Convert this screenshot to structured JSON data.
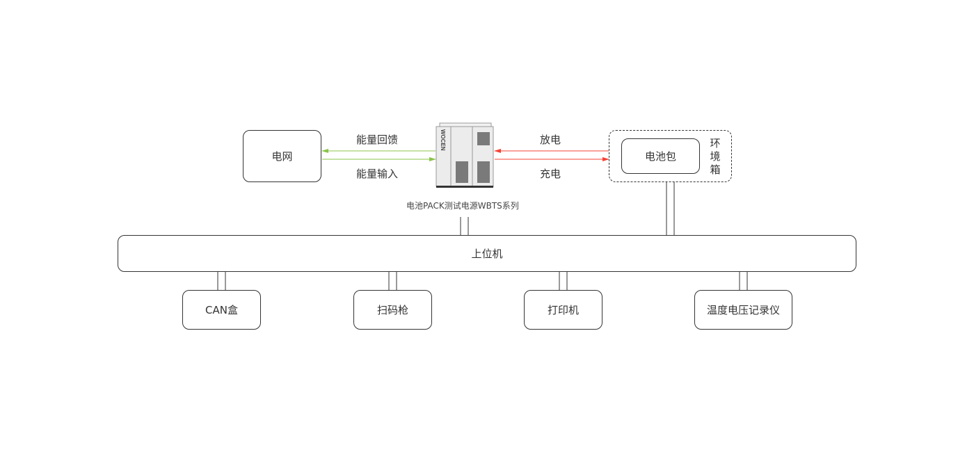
{
  "grid": {
    "label": "电网"
  },
  "flows_left": {
    "top_label": "能量回馈",
    "bottom_label": "能量输入",
    "color": "#8bc34a"
  },
  "flows_right": {
    "top_label": "放电",
    "bottom_label": "充电",
    "color": "#f44336"
  },
  "device": {
    "brand": "WOCEN",
    "caption": "电池PACK测试电源WBTS系列"
  },
  "battery": {
    "label": "电池包",
    "enclosure_label": [
      "环",
      "境",
      "箱"
    ]
  },
  "host": {
    "label": "上位机"
  },
  "peripherals": [
    {
      "label": "CAN盒"
    },
    {
      "label": "扫码枪"
    },
    {
      "label": "打印机"
    },
    {
      "label": "温度电压记录仪"
    }
  ]
}
